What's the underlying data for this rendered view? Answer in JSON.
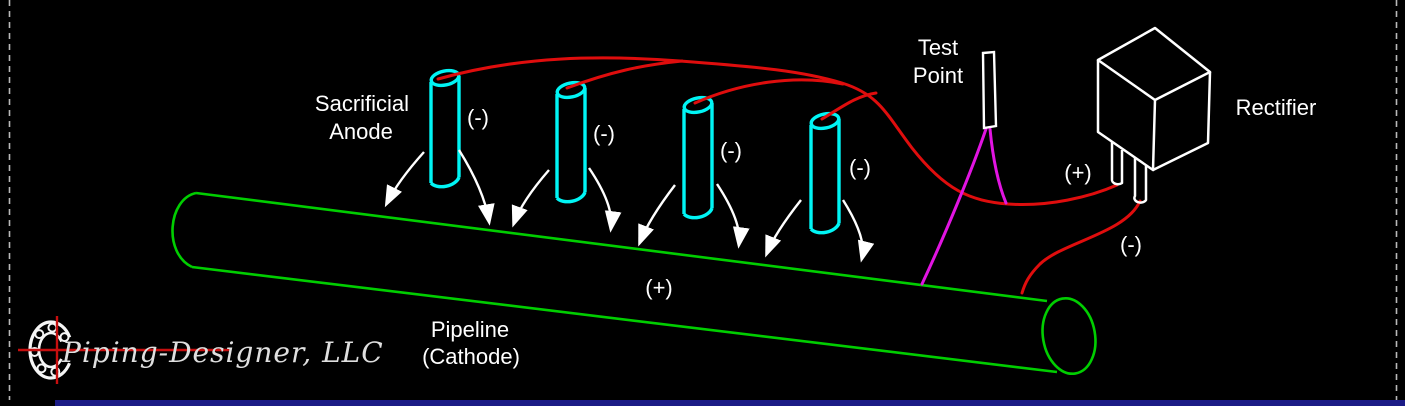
{
  "diagram": {
    "anode_label": [
      "Sacrificial",
      "Anode"
    ],
    "anode_terminals": [
      "(-)",
      "(-)",
      "(-)",
      "(-)"
    ],
    "test_point_label": [
      "Test",
      "Point"
    ],
    "rectifier_label": "Rectifier",
    "rectifier_positive": "(+)",
    "rectifier_negative": "(-)",
    "pipeline_polarity": "(+)",
    "pipeline_label": [
      "Pipeline",
      "(Cathode)"
    ]
  },
  "watermark": {
    "company": "Piping-Designer, LLC"
  },
  "colors": {
    "background": "#000000",
    "pipeline_green": "#00ce00",
    "anode_cyan": "#00f5f5",
    "wire_red": "#df0d0d",
    "wire_magenta": "#e214e2",
    "outline_white": "#ffffff",
    "border_dash": "#b9b9b9",
    "footer_strip_navy": "#1b1b86"
  },
  "icons": {
    "bearing_logo": "bearing-logo-icon",
    "crosshair": "crosshair-icon",
    "flow_arrows": "current-flow-arrow-icon"
  }
}
